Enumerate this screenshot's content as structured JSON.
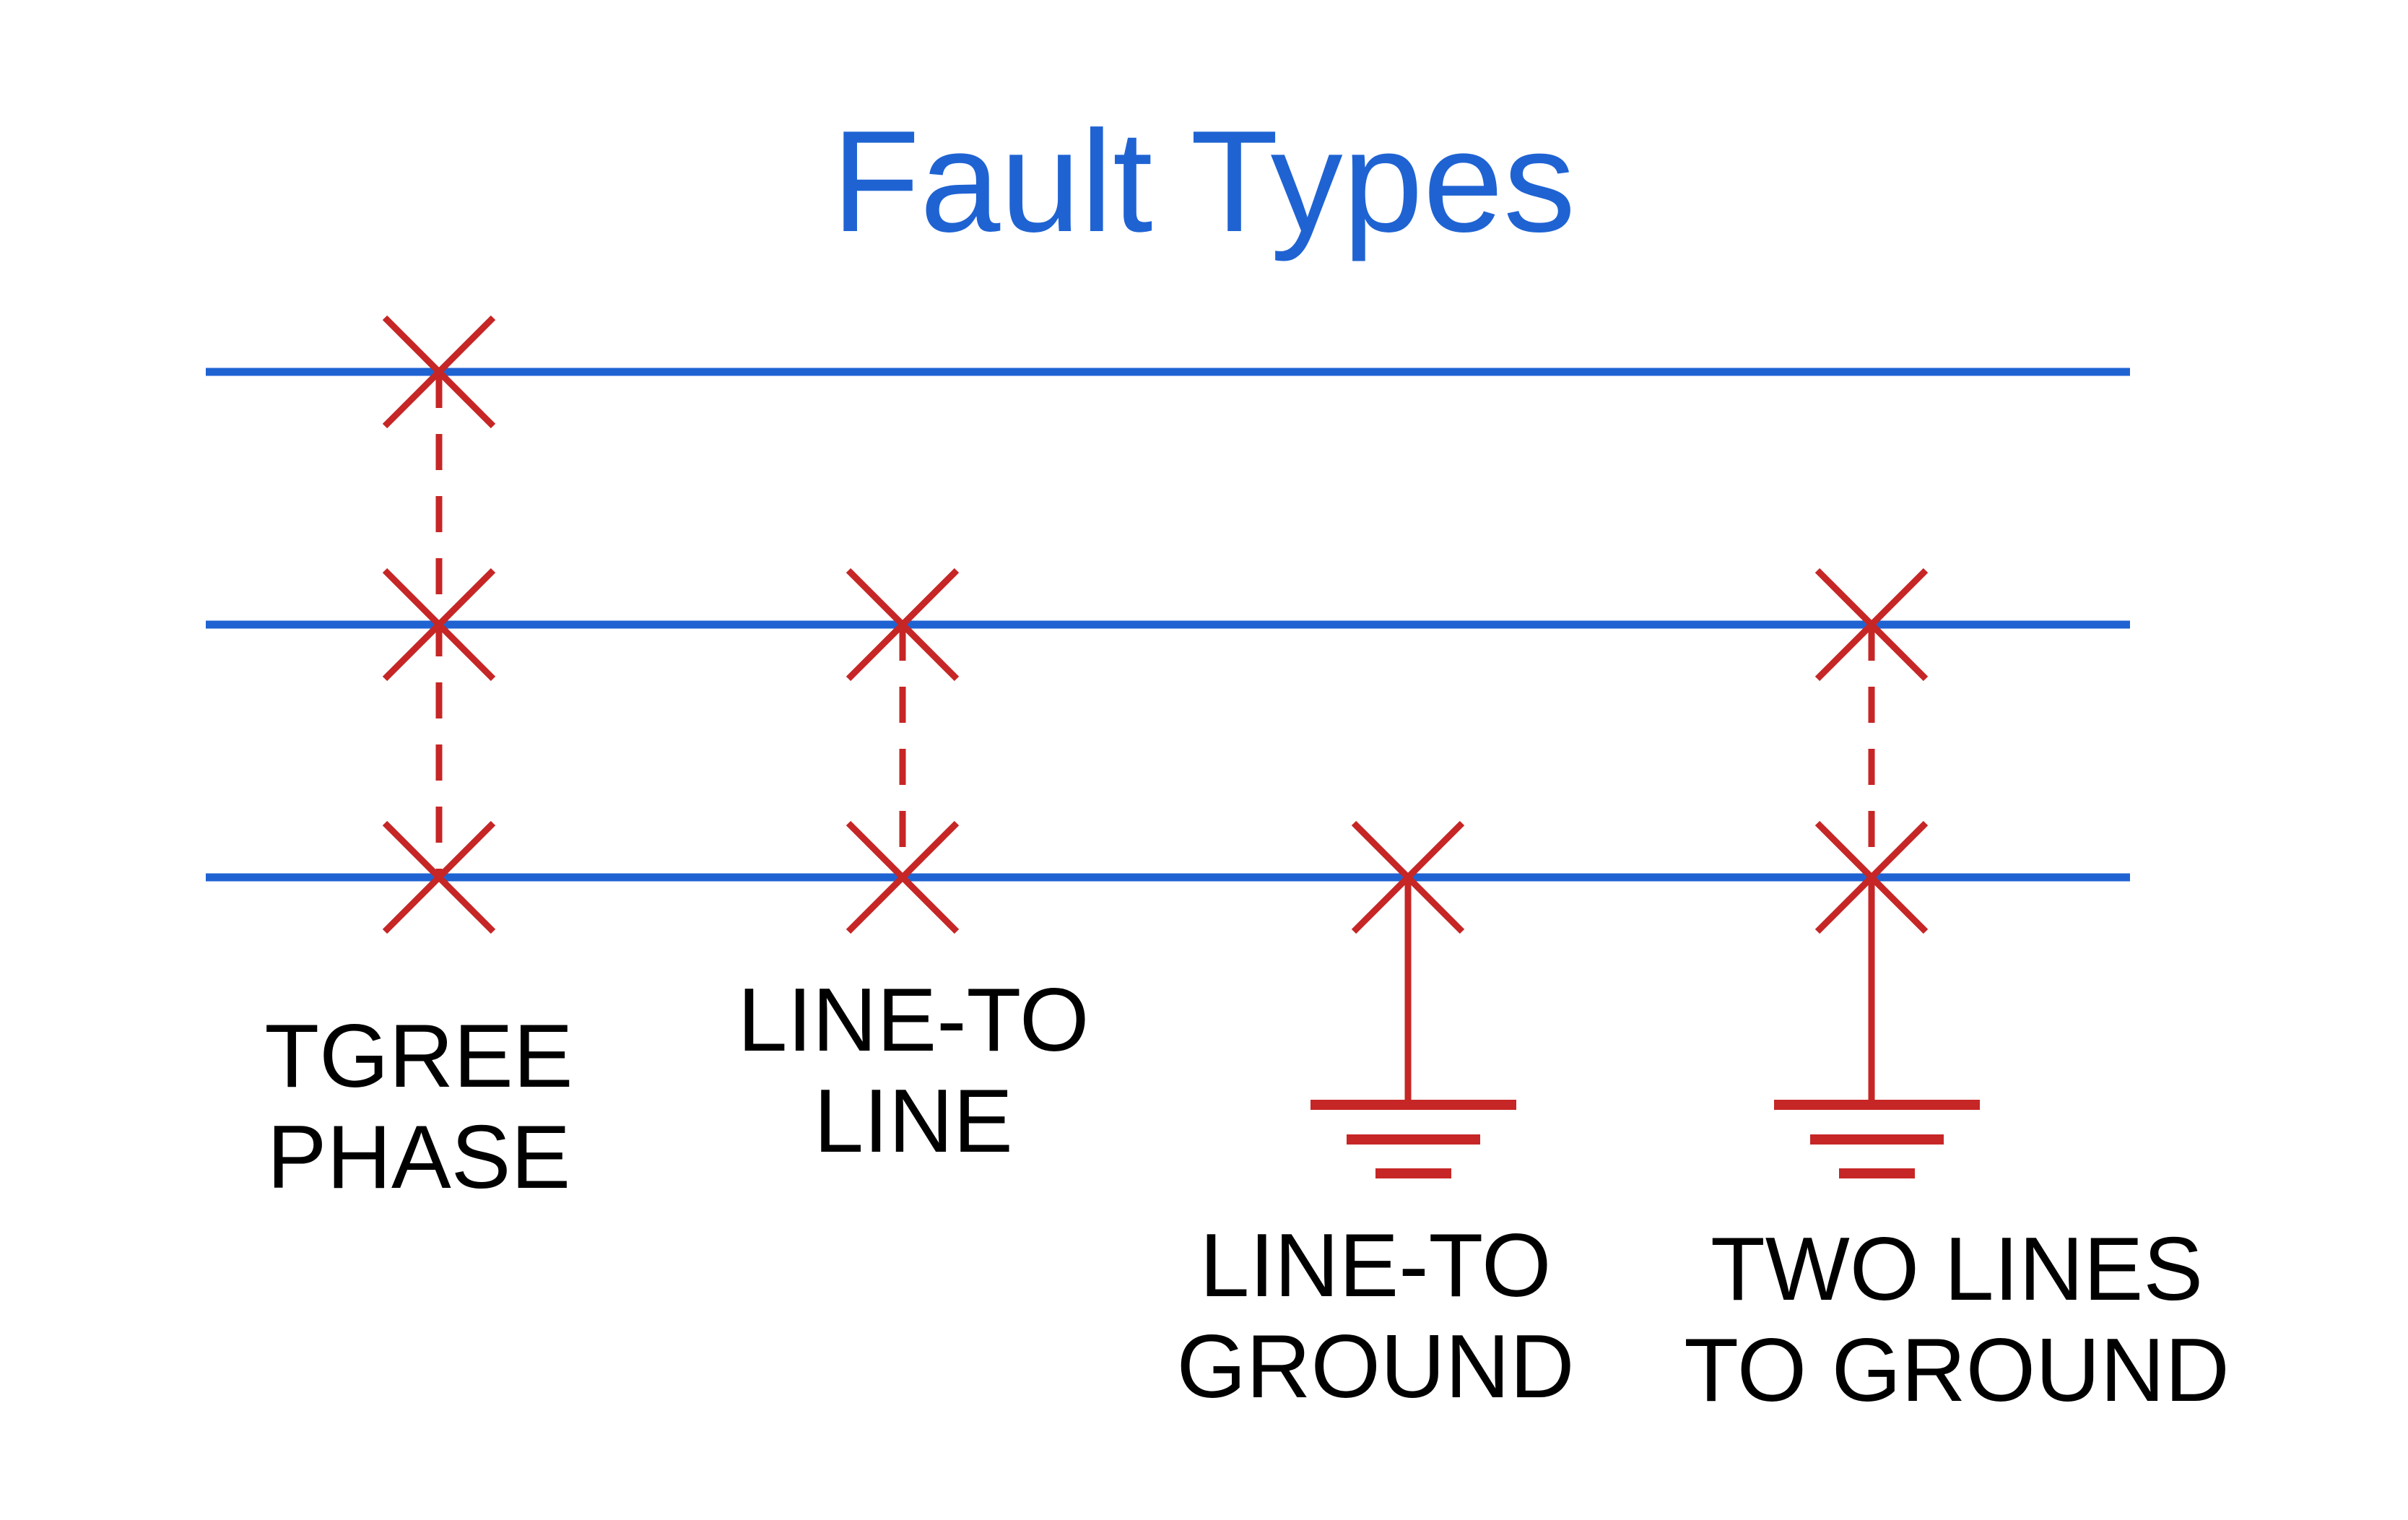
{
  "title": "Fault Types",
  "colors": {
    "phase_line": "#1f63d3",
    "fault": "#c62626",
    "title": "#1f63d3",
    "label": "#000000"
  },
  "phase_lines": 3,
  "fault_groups": [
    {
      "id": "three-phase",
      "label_lines": [
        "TGREE",
        "PHASE"
      ],
      "faulted_lines": [
        1,
        2,
        3
      ],
      "grounded": false
    },
    {
      "id": "line-to-line",
      "label_lines": [
        "LINE-TO",
        "LINE"
      ],
      "faulted_lines": [
        2,
        3
      ],
      "grounded": false
    },
    {
      "id": "line-to-ground",
      "label_lines": [
        "LINE-TO",
        "GROUND"
      ],
      "faulted_lines": [
        3
      ],
      "grounded": true
    },
    {
      "id": "two-lines-to-ground",
      "label_lines": [
        "TWO LINES",
        "TO GROUND"
      ],
      "faulted_lines": [
        2,
        3
      ],
      "grounded": true
    }
  ]
}
